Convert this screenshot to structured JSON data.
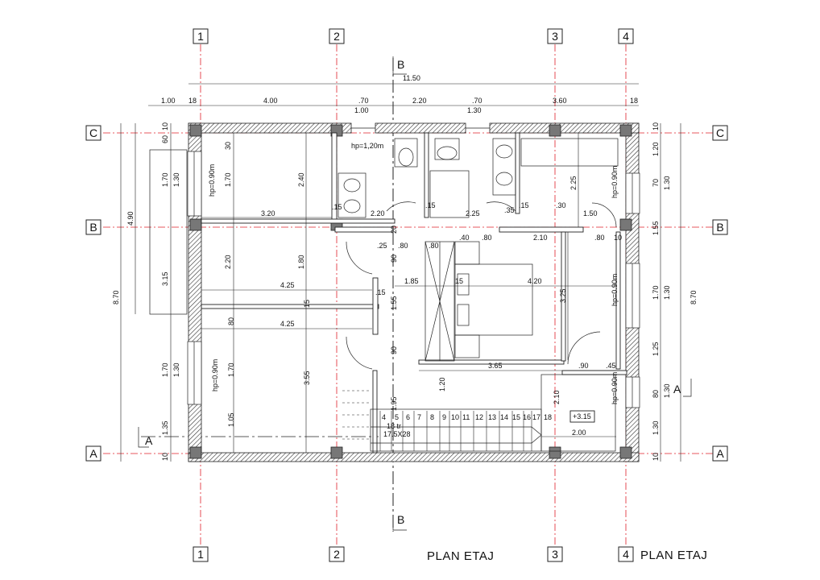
{
  "axes": {
    "columns": [
      "1",
      "2",
      "3",
      "4"
    ],
    "rows": [
      "C",
      "B",
      "A"
    ]
  },
  "section_marks": {
    "b_top": "B",
    "b_bottom": "B",
    "a_left": "A",
    "a_right": "A"
  },
  "dimensions": {
    "overall_width": "11.50",
    "top_chain": [
      "1.00",
      "18",
      "4.00",
      ".70",
      "1.00",
      "2.20",
      ".70",
      "1.30",
      "3.60",
      "18"
    ],
    "left_overall": "8.70",
    "left_partial": [
      "4.90",
      "3.15"
    ],
    "left_chain": [
      "10",
      "60",
      "1.70",
      "1.30",
      "1.70",
      "1.30",
      "1.35",
      "10"
    ],
    "right_overall": "8.70",
    "right_chain": [
      "10",
      "1.20",
      "70",
      "1.30",
      "1.55",
      "1.70",
      "1.30",
      "1.25",
      "80",
      "1.30",
      "1.30",
      "10"
    ],
    "interior": [
      "30",
      "1.70",
      "2.40",
      "3.20",
      "2.20",
      "1.80",
      "4.25",
      "15",
      "80",
      "4.25",
      "1.70",
      "3.55",
      "1.05",
      ".15",
      "2.20",
      ".15",
      "2.25",
      ".35",
      ".15",
      ".30",
      "1.50",
      "2.25",
      ".25",
      ".80",
      ".40",
      ".80",
      ".80",
      "2.10",
      ".80",
      "10",
      "90",
      "1.85",
      "15",
      "4.20",
      "3.25",
      "1.55",
      "90",
      ".15",
      "3.65",
      ".90",
      ".45",
      "1.20",
      "2.10",
      "2.00",
      "1.95",
      "20"
    ],
    "window_notes": [
      "hp=0.90m",
      "hp=0.90m",
      "hp=0.90m",
      "hp=0.90m",
      "hp=1,20m",
      "hp=0.90m"
    ]
  },
  "stair": {
    "steps": [
      "4",
      "5",
      "6",
      "7",
      "8",
      "9",
      "10",
      "11",
      "12",
      "13",
      "14",
      "15",
      "16",
      "17",
      "18"
    ],
    "count_label": "18 tr",
    "size_label": "17.5X28"
  },
  "level_label": "+3.15",
  "titles": {
    "center": "PLAN ETAJ",
    "right": "PLAN ETAJ"
  }
}
